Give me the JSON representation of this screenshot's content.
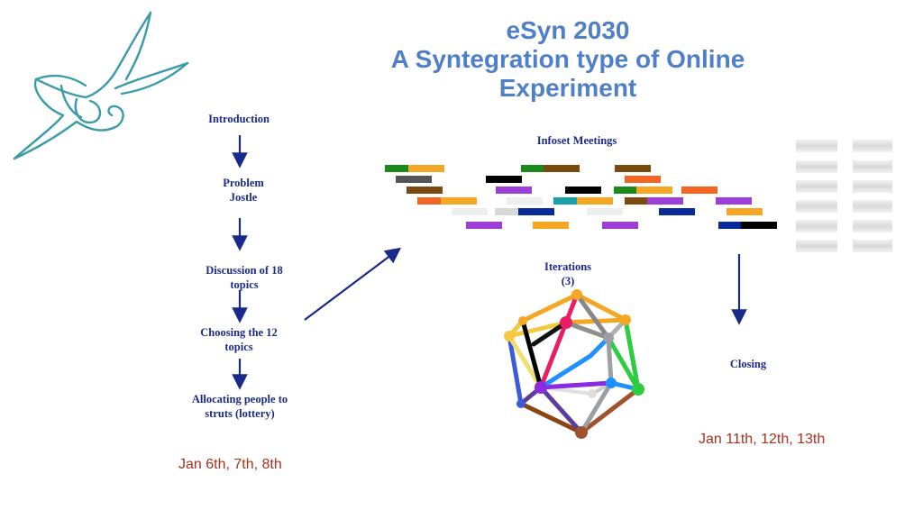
{
  "title": {
    "line1": "eSyn 2030",
    "line2": "A Syntegration type of Online",
    "line3": "Experiment"
  },
  "steps": {
    "introduction": "Introduction",
    "problem_line1": "Problem",
    "problem_line2": "Jostle",
    "discussion_line1": "Discussion of 18",
    "discussion_line2": "topics",
    "choosing_line1": "Choosing the 12",
    "choosing_line2": "topics",
    "allocating_line1": "Allocating people to",
    "allocating_line2": "struts (lottery)"
  },
  "infoset_label": "Infoset Meetings",
  "iterations_line1": "Iterations",
  "iterations_line2": "(3)",
  "closing_label": "Closing",
  "dates": {
    "left": "Jan 6th, 7th, 8th",
    "right": "Jan 11th, 12th, 13th"
  },
  "colors": {
    "title": "#4f7fc8",
    "step_text": "#1a2a8a",
    "arrow": "#1a2a8a",
    "date": "#a8321e",
    "logo": "#3a9ca8"
  },
  "icons": {
    "logo": "bird-logo-icon",
    "icosahedron": "icosahedron-icon"
  }
}
